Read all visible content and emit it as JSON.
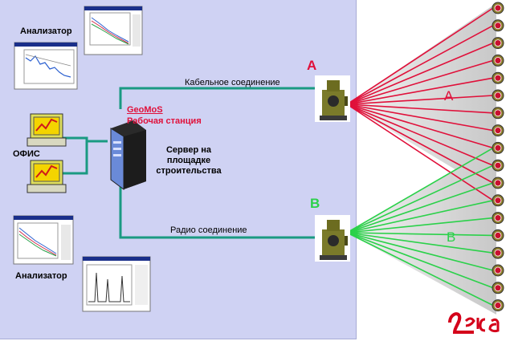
{
  "labels": {
    "analyzer_top": "Анализатор",
    "analyzer_bottom": "Анализатор",
    "office": "ОФИС",
    "geomos": "GeoMoS",
    "workstation": "Рабочая станция",
    "server_line1": "Сервер на",
    "server_line2": "площадке",
    "server_line3": "строительства",
    "cable": "Кабельное соединение",
    "radio": "Радио соединение",
    "station_a": "A",
    "station_b": "B",
    "fan_a": "A",
    "fan_b": "B",
    "logo": "Leica"
  },
  "colors": {
    "panel": "#cfd2f3",
    "link_line": "#1a9a82",
    "red_rays": "#e0103a",
    "green_rays": "#2bd14a",
    "accent_red": "#e0103a",
    "accent_green": "#2bd14a"
  },
  "icons": {
    "workstation": "computer-monitor-icon",
    "server": "server-tower-icon",
    "total_station": "total-station-icon",
    "prism": "prism-reflector-icon",
    "logo": "leica-logo"
  }
}
